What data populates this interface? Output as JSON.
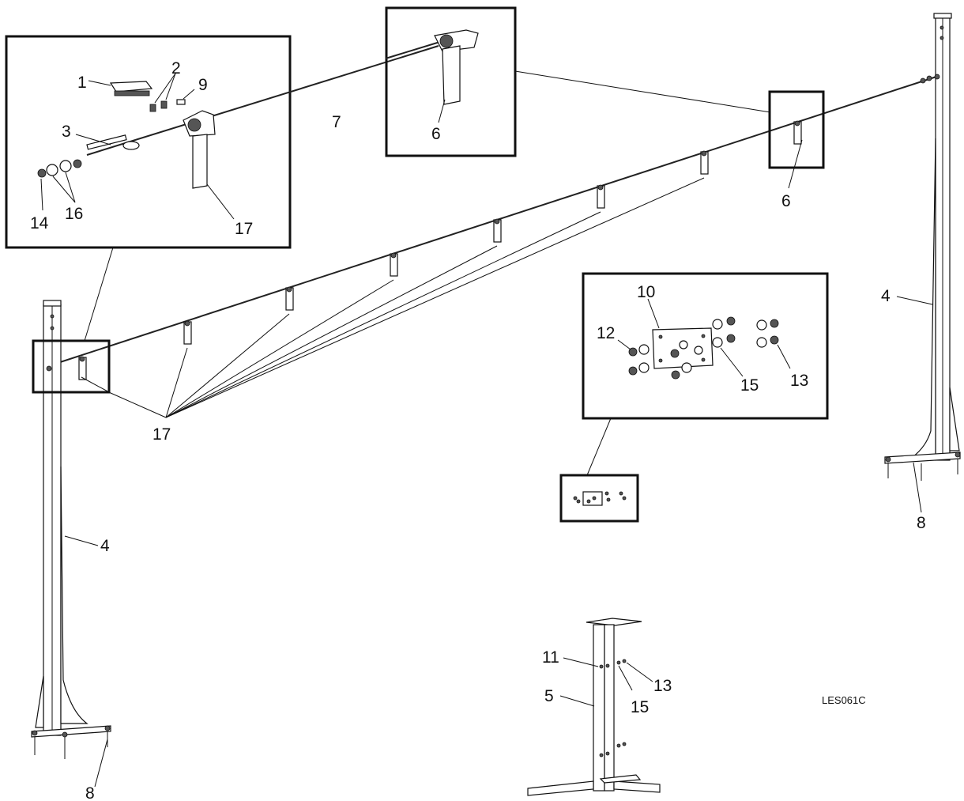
{
  "drawing_code": "LES061C",
  "callouts": {
    "c1": "1",
    "c2": "2",
    "c3": "3",
    "c9": "9",
    "c7": "7",
    "c14": "14",
    "c16": "16",
    "c17_inset": "17",
    "c6_inset": "6",
    "c6_main": "6",
    "c17_main": "17",
    "c4_right": "4",
    "c8_right": "8",
    "c4_left": "4",
    "c8_left": "8",
    "c10": "10",
    "c12": "12",
    "c15_inset": "15",
    "c13_inset": "13",
    "c11": "11",
    "c5": "5",
    "c15_stand": "15",
    "c13_stand": "13"
  }
}
